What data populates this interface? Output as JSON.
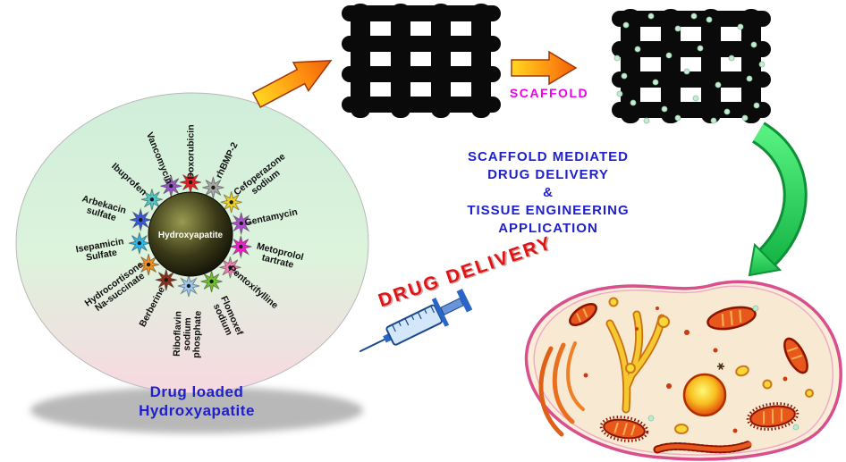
{
  "figure": {
    "core_label": "Hydroxyapatite",
    "caption_lines": [
      "Drug loaded",
      "Hydroxyapatite"
    ],
    "scaffold_label": "SCAFFOLD",
    "main_caption_lines": [
      "SCAFFOLD MEDIATED",
      "DRUG DELIVERY",
      "&",
      "TISSUE ENGINEERING",
      "APPLICATION"
    ],
    "drug_delivery_label": "DRUG DELIVERY"
  },
  "drugs": [
    {
      "name": "Doxorubicin",
      "color": "#e62020",
      "angle": 0
    },
    {
      "name": "rhBMP-2",
      "color": "#a8a8a8",
      "angle": 26
    },
    {
      "name": "Cefoperazone\nsodium",
      "color": "#f0d020",
      "angle": 52
    },
    {
      "name": "Gentamycin",
      "color": "#b050d0",
      "angle": 78
    },
    {
      "name": "Metoprolol\ntartrate",
      "color": "#ee22cc",
      "angle": 104
    },
    {
      "name": "Pentoxifylline",
      "color": "#f080b0",
      "angle": 130
    },
    {
      "name": "Flomoxef\nsodium",
      "color": "#70c030",
      "angle": 156
    },
    {
      "name": "Riboflavin\nsodium\nphosphate",
      "color": "#9ec8f0",
      "angle": 182
    },
    {
      "name": "Berberine",
      "color": "#8b3018",
      "angle": 208
    },
    {
      "name": "Hydrocortisone\nNa-succinate",
      "color": "#f09020",
      "angle": 234
    },
    {
      "name": "Isepamicin\nSulfate",
      "color": "#30b8e8",
      "angle": 260
    },
    {
      "name": "Arbekacin\nsulfate",
      "color": "#3858d8",
      "angle": 286
    },
    {
      "name": "Ibuprofen",
      "color": "#50c8c8",
      "angle": 312
    },
    {
      "name": "Vancomycin",
      "color": "#9858c8",
      "angle": 338
    }
  ],
  "colors": {
    "caption_blue": "#1f1fcc",
    "scaffold_magenta": "#ee00ee",
    "drug_delivery_red": "#e01414",
    "arrow_orange": "#ff9010",
    "curved_arrow_green": "#2ecc5e",
    "scaffold_black": "#0a0a0a"
  }
}
